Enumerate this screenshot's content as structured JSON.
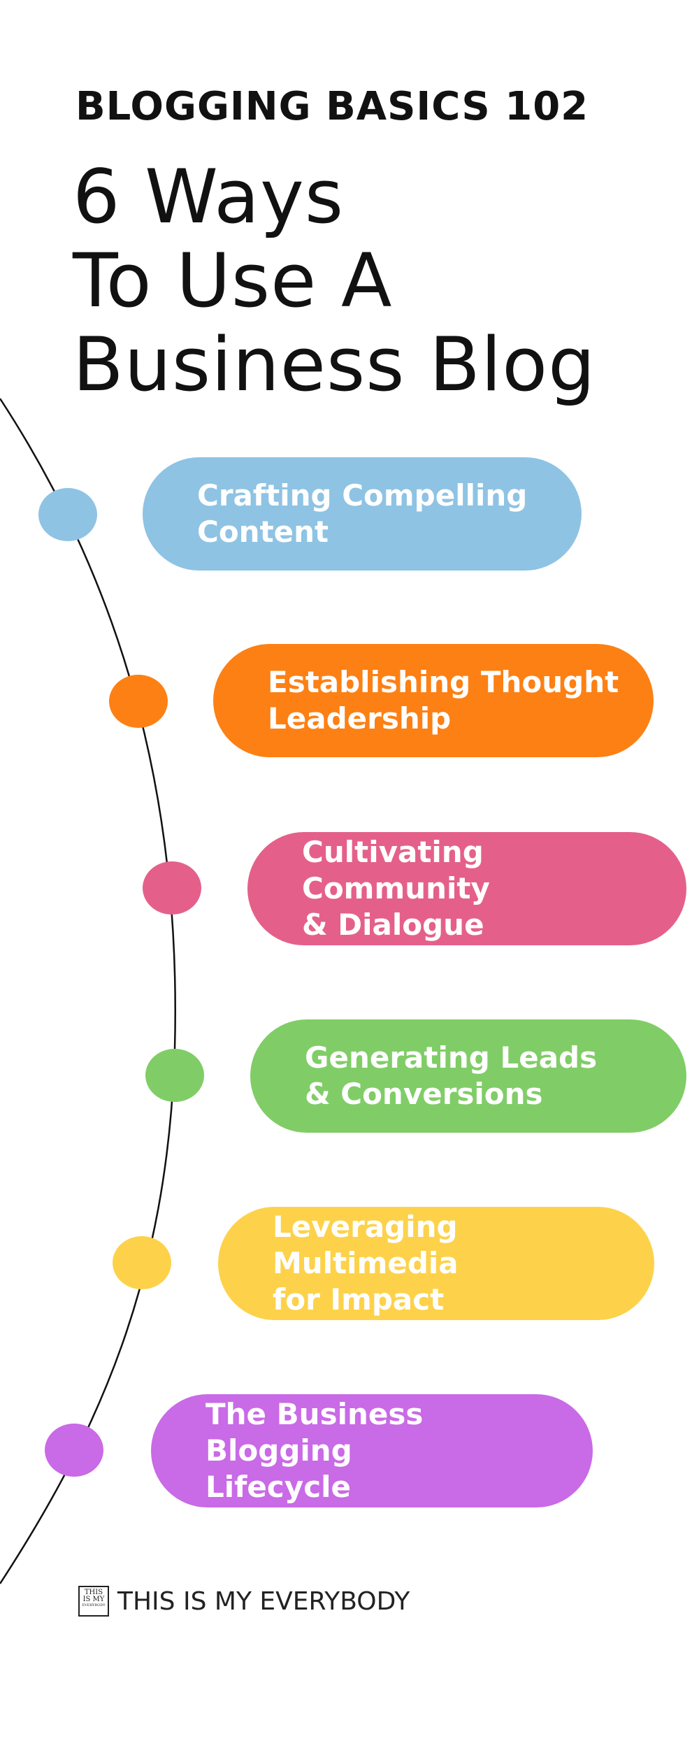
{
  "header": {
    "eyebrow": "BLOGGING BASICS 102",
    "title_lines": [
      "6 Ways",
      "To Use A",
      "Business Blog"
    ]
  },
  "steps": [
    {
      "line1": "Crafting Compelling",
      "line2": "Content",
      "color": "#8ec3e4"
    },
    {
      "line1": "Establishing Thought",
      "line2": "Leadership",
      "color": "#fd8014"
    },
    {
      "line1": "Cultivating Community",
      "line2": "& Dialogue",
      "color": "#e4608a"
    },
    {
      "line1": "Generating Leads",
      "line2": "& Conversions",
      "color": "#80cd67"
    },
    {
      "line1": "Leveraging Multimedia",
      "line2": "for Impact",
      "color": "#fdd24a"
    },
    {
      "line1": "The Business Blogging",
      "line2": "Lifecycle",
      "color": "#c96ae6"
    }
  ],
  "footer": {
    "logo_box_line1": "THIS",
    "logo_box_line2": "IS MY",
    "logo_box_line3": "EVERYBODY",
    "brand": "THIS IS MY EVERYBODY"
  }
}
